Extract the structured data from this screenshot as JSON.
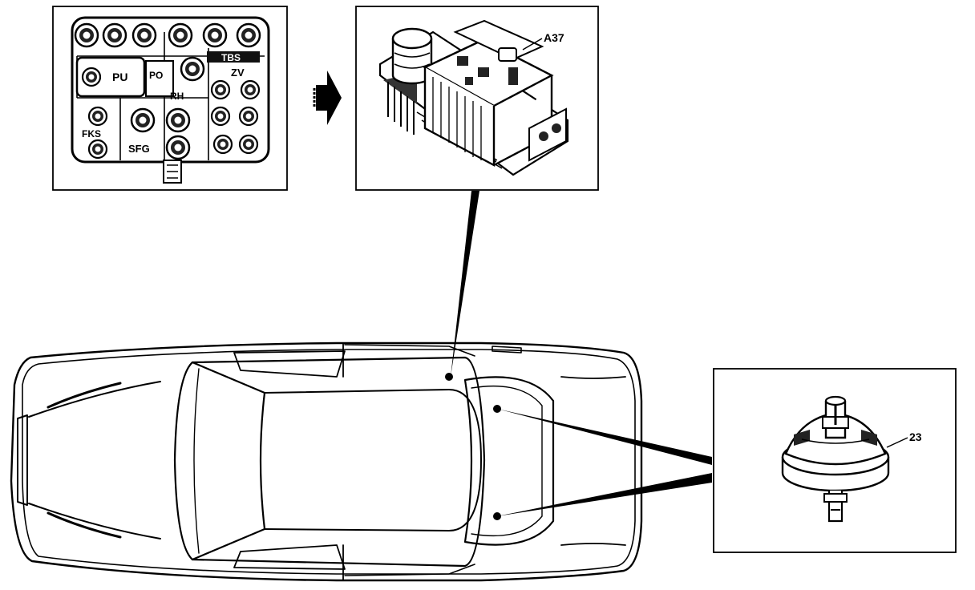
{
  "fuse_panel": {
    "labels": {
      "pu": "PU",
      "po": "PO",
      "tbs": "TBS",
      "zv": "ZV",
      "rh": "RH",
      "fks": "FKS",
      "sfg": "SFG"
    }
  },
  "control_module": {
    "callout": "A37"
  },
  "vacuum_element": {
    "callout": "23"
  },
  "icons": {
    "arrow": "right-arrow-icon",
    "car": "car-top-view"
  }
}
